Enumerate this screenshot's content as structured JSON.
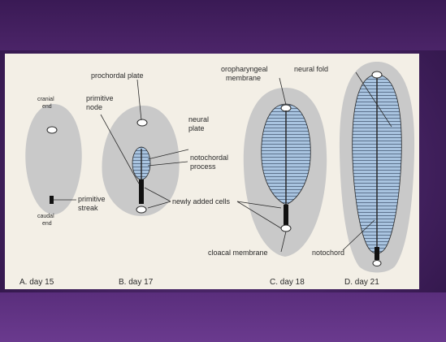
{
  "diagram": {
    "labels": {
      "prochordal_plate": "prochordal plate",
      "cranial_end": [
        "cranial",
        "end"
      ],
      "primitive_node": [
        "primitive",
        "node"
      ],
      "neural_plate": [
        "neural",
        "plate"
      ],
      "notochordal_process": [
        "notochordal",
        "process"
      ],
      "primitive_streak": [
        "primitive",
        "streak"
      ],
      "caudal_end": [
        "caudal",
        "end"
      ],
      "newly_added_cells": "newly added cells",
      "oropharyngeal_membrane": [
        "oropharyngeal",
        "membrane"
      ],
      "neural_fold": "neural fold",
      "cloacal_membrane": "cloacal membrane",
      "notochord": "notochord"
    },
    "captions": {
      "a": "A.  day 15",
      "b": "B.  day 17",
      "c": "C.  day 18",
      "d": "D.  day 21"
    },
    "colors": {
      "slide_background": "#4a2668",
      "figure_background": "#f3efe6",
      "embryo_disc": "#c9c9c9",
      "neural_plate": "#a9c4e0",
      "lines": "#2a2a2a"
    }
  }
}
